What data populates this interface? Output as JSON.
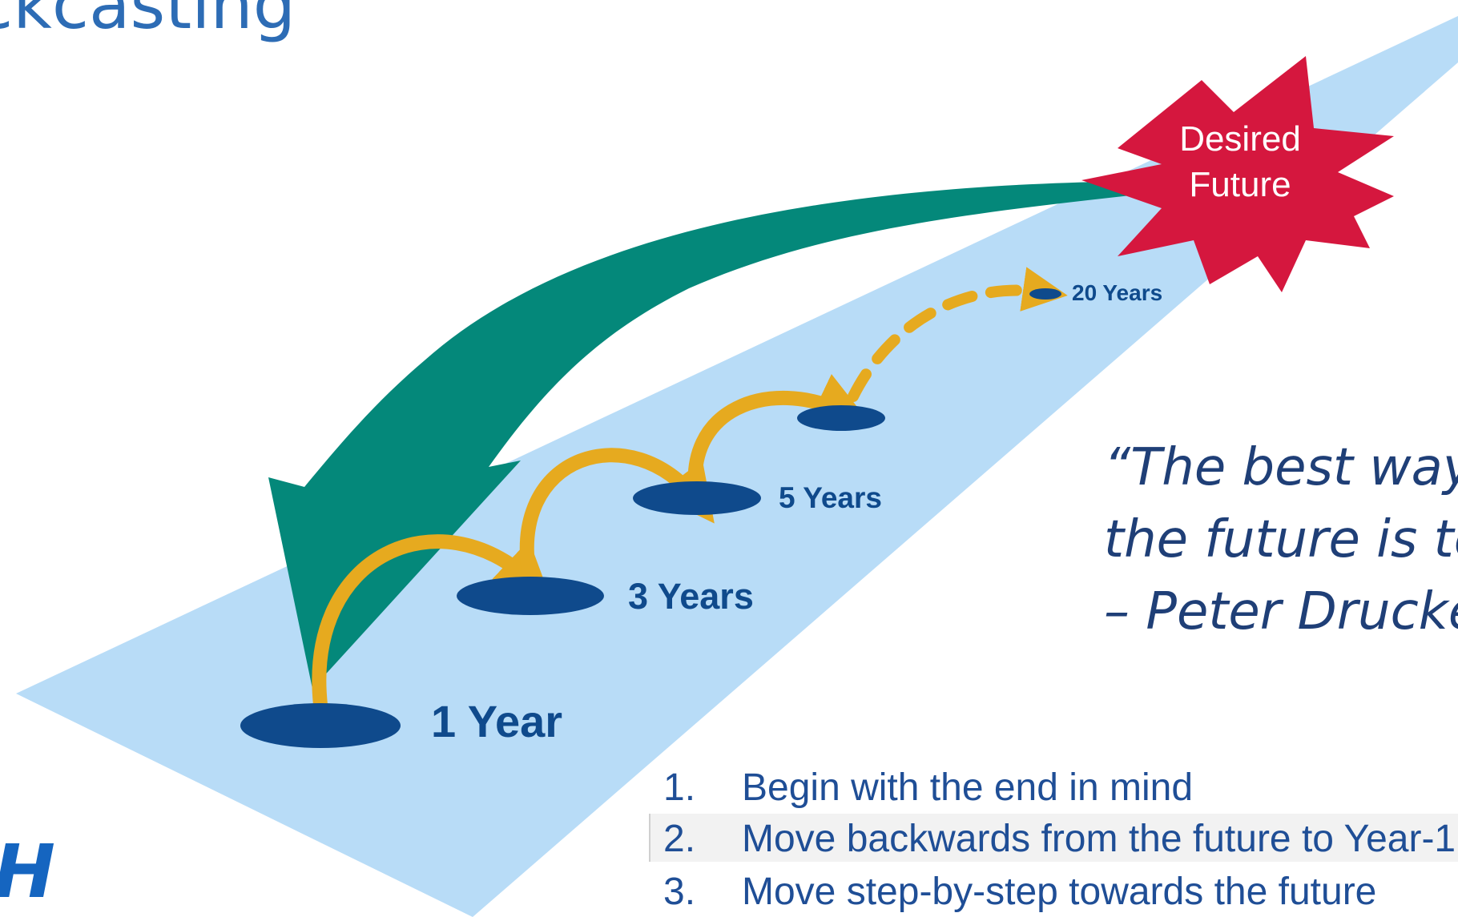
{
  "title": "ckcasting",
  "desired_future": {
    "line1": "Desired",
    "line2": "Future"
  },
  "milestones": [
    {
      "label": "1 Year"
    },
    {
      "label": "3 Years"
    },
    {
      "label": "5 Years"
    },
    {
      "label": "20 Years"
    }
  ],
  "quote": {
    "line1": "“The best way",
    "line2": "the future is to",
    "line3": "– Peter Drucke"
  },
  "steps": [
    {
      "number": "1.",
      "text": "Begin with the end in mind"
    },
    {
      "number": "2.",
      "text": "Move backwards from the future to Year-1"
    },
    {
      "number": "3.",
      "text": "Move step-by-step towards the future"
    }
  ],
  "logo": {
    "text": "H"
  },
  "colors": {
    "background": "#ffffff",
    "path": "#b8dcf7",
    "milestone": "#0f4a8c",
    "arrow_green": "#04887a",
    "arrow_gold": "#e6aa1f",
    "star": "#d5173e",
    "title": "#2d6cb5",
    "quote": "#1f3f77",
    "steps": "#1f4e96",
    "highlight_row": "#f2f2f2",
    "logo": "#1565c0"
  }
}
